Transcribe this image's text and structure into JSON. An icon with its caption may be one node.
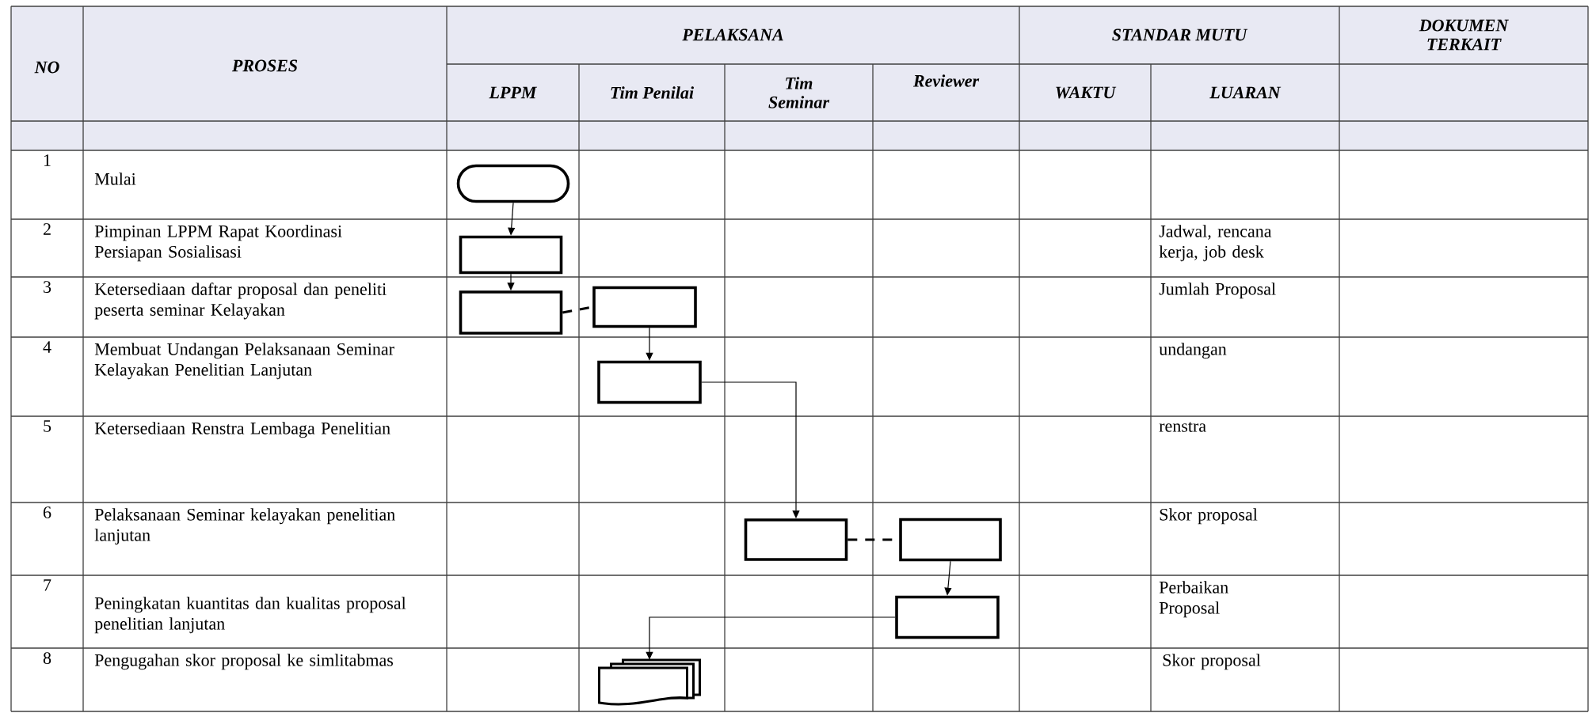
{
  "diagram": {
    "nodes": [
      {
        "text": [],
        "shape": "terminator"
      },
      {
        "text": [],
        "shape": "box"
      },
      {
        "text": [],
        "shape": "box"
      },
      {
        "text": [],
        "shape": "box"
      },
      {
        "text": [],
        "shape": "box"
      },
      {
        "text": [],
        "shape": "box"
      },
      {
        "text": [],
        "shape": "box"
      },
      {
        "text": [],
        "shape": "box"
      },
      {
        "text": [],
        "shape": "document"
      }
    ],
    "edges": [
      {
        "from": 0,
        "to": 1,
        "arrow": "to"
      },
      {
        "from": 1,
        "to": 2,
        "arrow": "to"
      },
      {
        "from": 2,
        "to": 3,
        "arrow": "none",
        "style": "dashed"
      },
      {
        "from": 3,
        "to": 4,
        "arrow": "to"
      },
      {
        "from": 4,
        "to": 5,
        "arrow": "to"
      },
      {
        "from": 5,
        "to": 6,
        "arrow": "none",
        "style": "dashed"
      },
      {
        "from": 6,
        "to": 7,
        "arrow": "to"
      },
      {
        "from": 7,
        "to": 8,
        "arrow": "to"
      }
    ],
    "labels": [
      "NO",
      "PROSES",
      "PELAKSANA",
      "STANDAR MUTU",
      "DOKUMEN TERKAIT",
      "LPPM",
      "Tim Penilai",
      "Tim Seminar",
      "Reviewer",
      "WAKTU",
      "LUARAN",
      "1",
      "Mulai",
      "2",
      "Pimpinan LPPM Rapat Koordinasi Persiapan Sosialisasi",
      "Jadwal, rencana kerja, job desk",
      "3",
      "Ketersediaan daftar proposal dan peneliti peserta seminar Kelayakan",
      "Jumlah Proposal",
      "4",
      "Membuat Undangan Pelaksanaan Seminar Kelayakan Penelitian Lanjutan",
      "undangan",
      "5",
      "Ketersediaan Renstra Lembaga Penelitian",
      "renstra",
      "6",
      "Pelaksanaan Seminar kelayakan penelitian lanjutan",
      "Skor proposal",
      "7",
      "Peningkatan kuantitas dan kualitas proposal penelitian lanjutan",
      "Perbaikan Proposal",
      "8",
      "Pengugahan skor proposal ke simlitabmas",
      "Skor proposal"
    ]
  }
}
